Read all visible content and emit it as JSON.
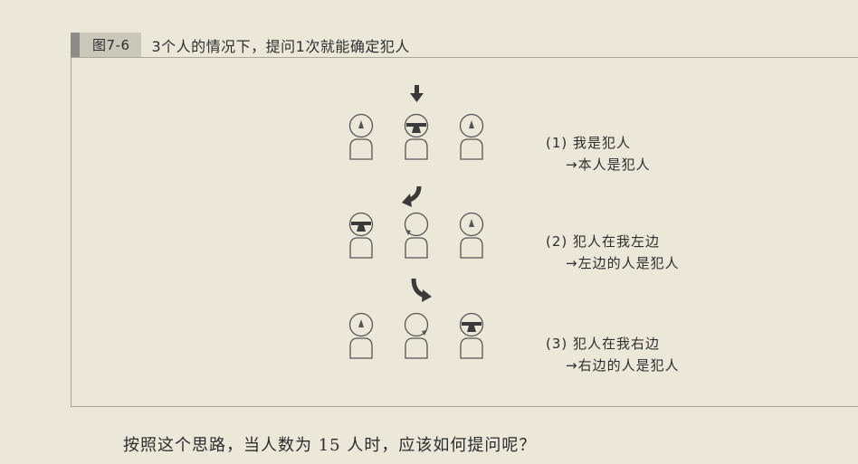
{
  "figure": {
    "number": "图7-6",
    "title": "3个人的情况下，提问1次就能确定犯人"
  },
  "rows": [
    {
      "answer": "(1) 我是犯人",
      "result": "→本人是犯人"
    },
    {
      "answer": "(2) 犯人在我左边",
      "result": "→左边的人是犯人"
    },
    {
      "answer": "(3) 犯人在我右边",
      "result": "→右边的人是犯人"
    }
  ],
  "body_text": "按照这个思路，当人数为 15 人时，应该如何提问呢？",
  "colors": {
    "background": "#ebe8da",
    "line": "#555555",
    "dark": "#3a3a3a"
  }
}
